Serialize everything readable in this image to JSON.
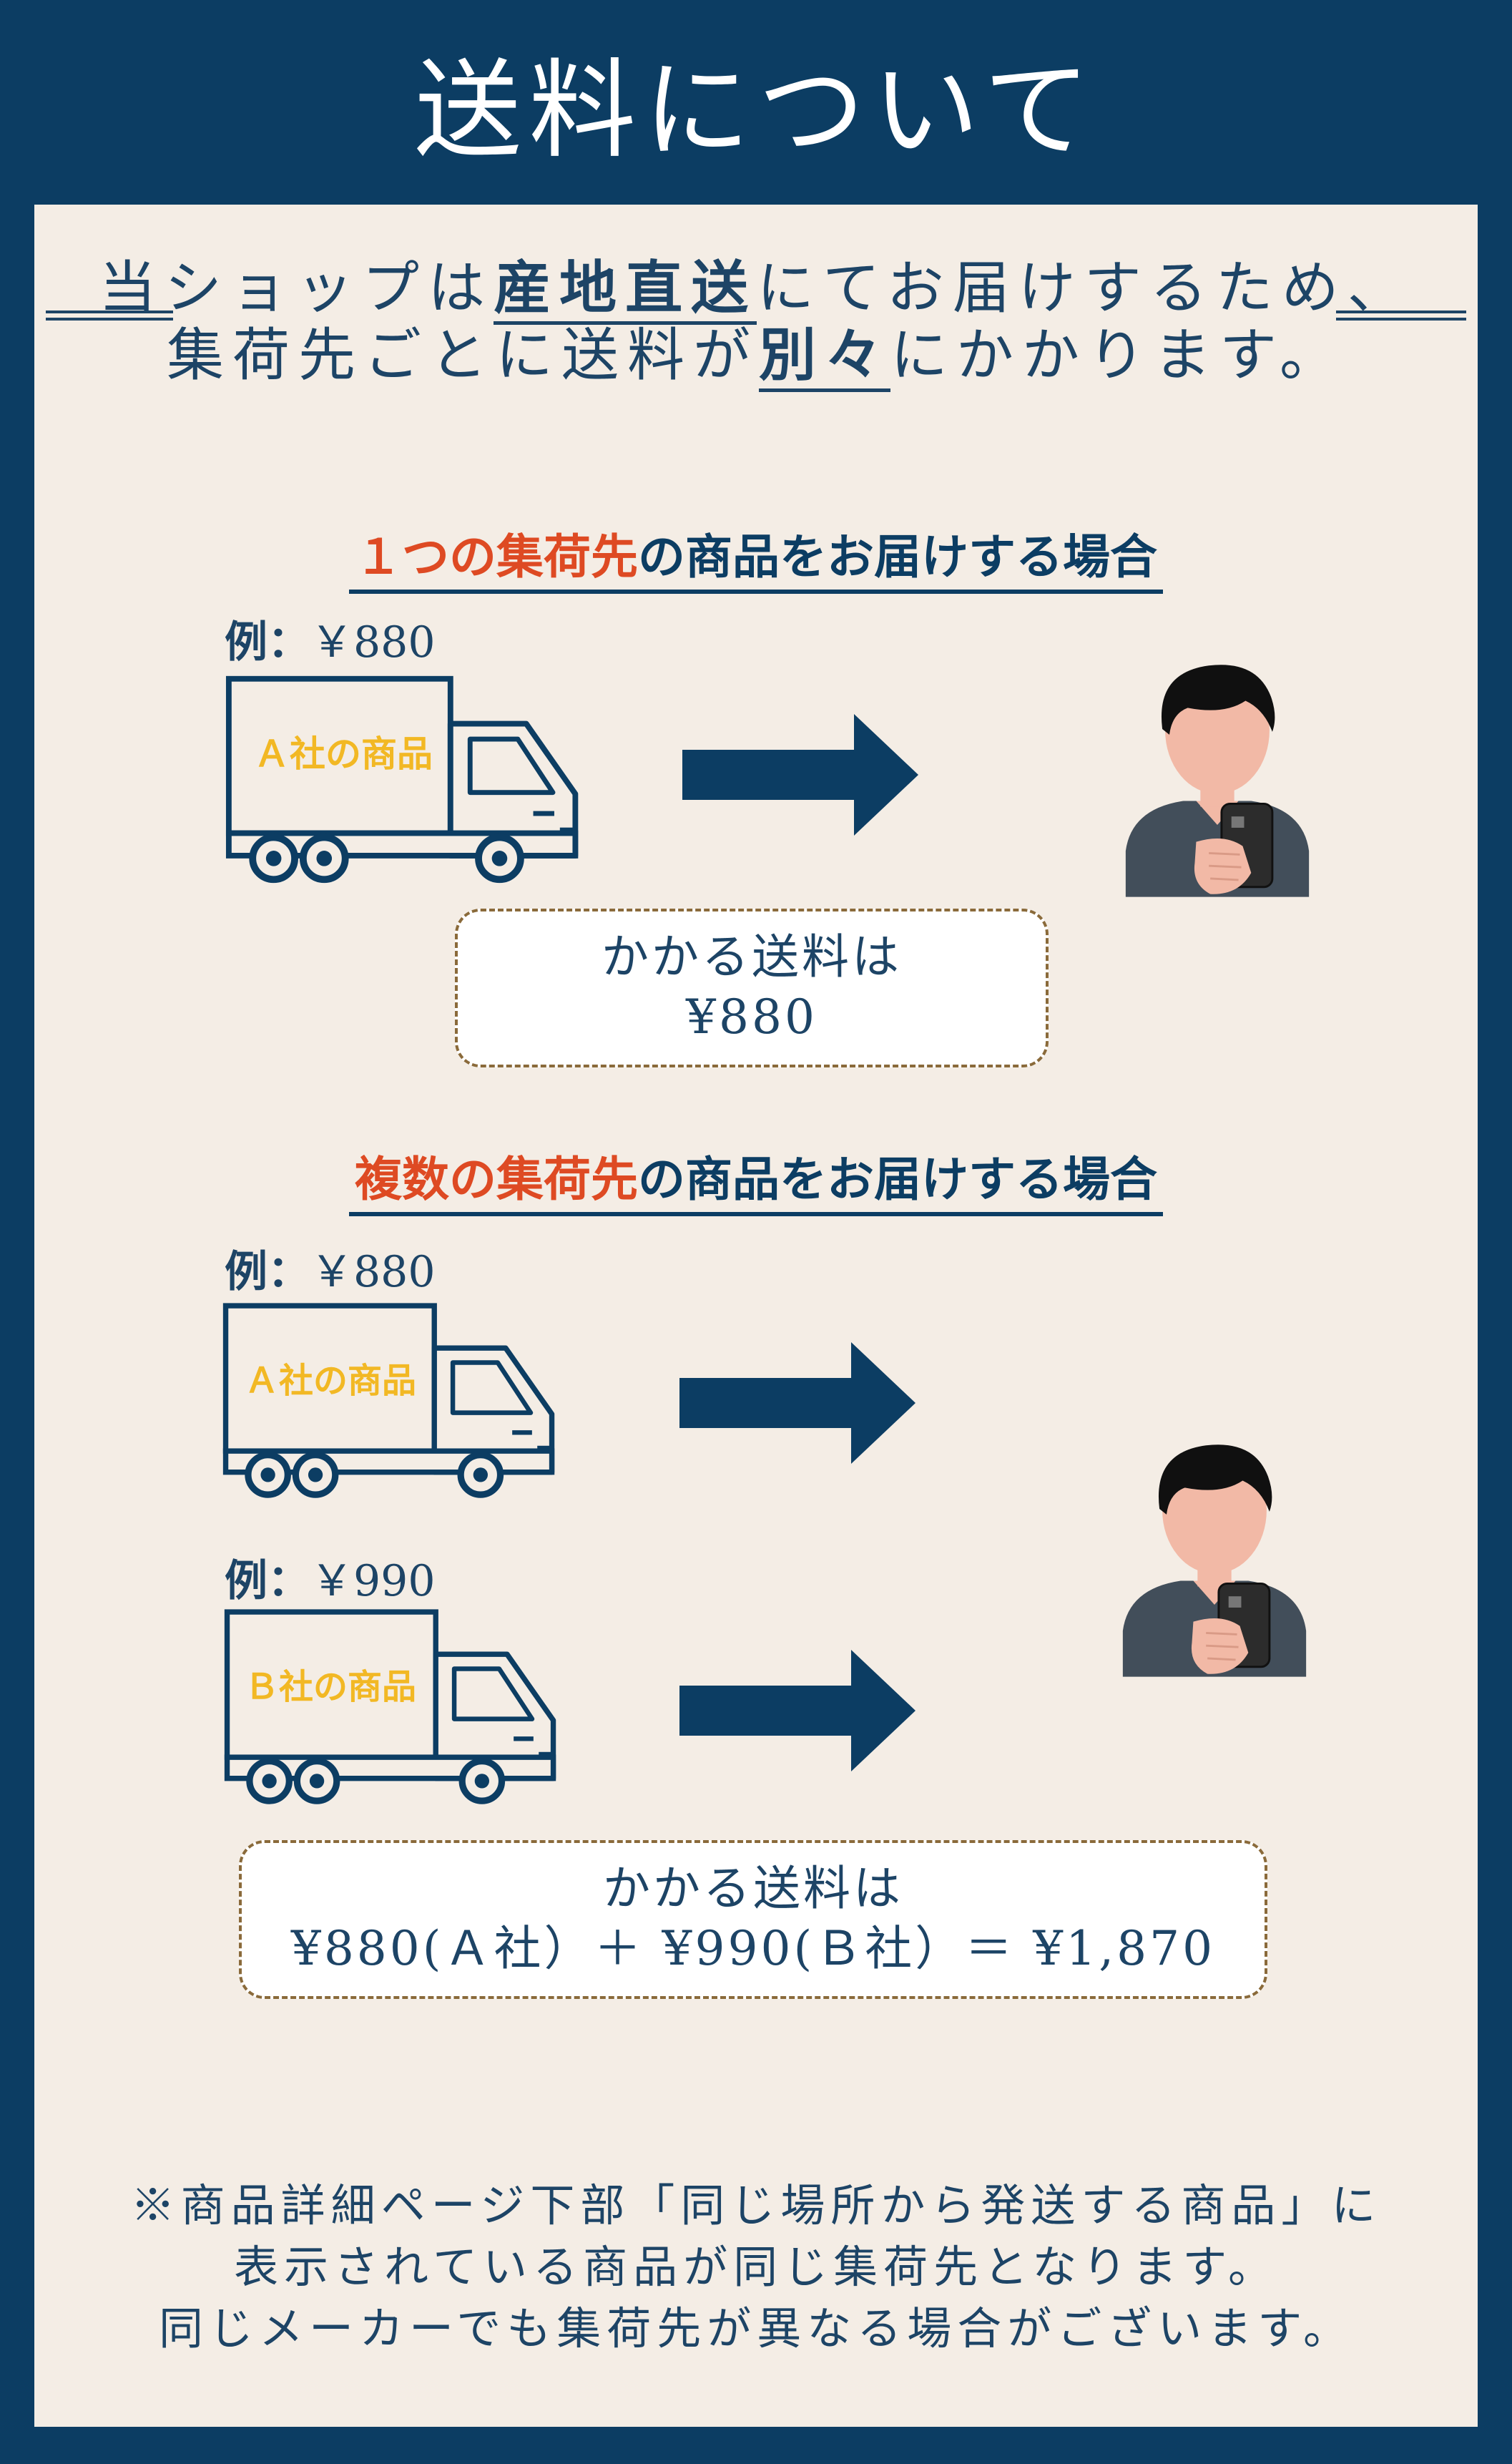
{
  "title": "送料について",
  "intro": {
    "line1_a": "当ショップは",
    "line1_b": "産地直送",
    "line1_c": "にてお届けするため、",
    "line2_a": "集荷先ごとに送料が",
    "line2_b": "別々",
    "line2_c": "にかかります。"
  },
  "section1": {
    "heading_red": "１つの集荷先",
    "heading_rest": "の商品をお届けする場合",
    "example_prefix": "例：",
    "example_price": "￥880",
    "truck_label": "Ａ社の商品",
    "box_line1": "かかる送料は",
    "box_line2": "¥880"
  },
  "section2": {
    "heading_red": "複数の集荷先",
    "heading_rest": "の商品をお届けする場合",
    "example1_prefix": "例：",
    "example1_price": "￥880",
    "truck1_label": "Ａ社の商品",
    "example2_prefix": "例：",
    "example2_price": "￥990",
    "truck2_label": "Ｂ社の商品",
    "box_line1": "かかる送料は",
    "box_line2": "¥880(Ａ社）＋ ¥990(Ｂ社）＝ ¥1,870"
  },
  "note": {
    "line1": "※商品詳細ページ下部「同じ場所から発送する商品」に",
    "line2": "表示されている商品が同じ集荷先となります。",
    "line3": "同じメーカーでも集荷先が異なる場合がございます。"
  },
  "colors": {
    "navy": "#0c3d63",
    "background": "#f4ede5",
    "accent_red": "#de4a23",
    "label_yellow": "#f2b824"
  }
}
